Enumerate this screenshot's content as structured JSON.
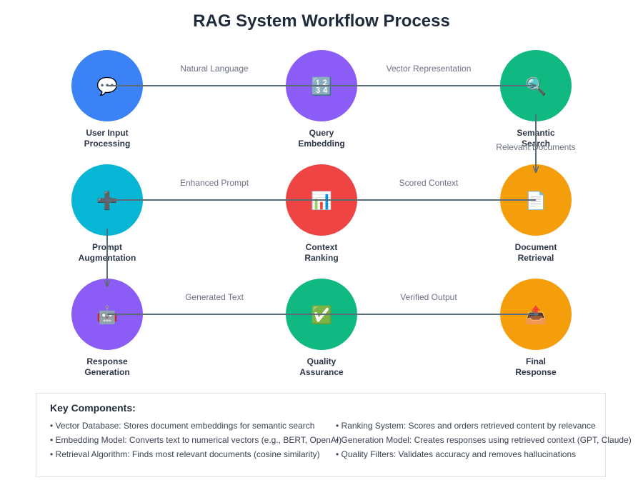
{
  "title": "RAG System Workflow Process",
  "colors": {
    "blue": "#3b82f6",
    "purple": "#8b5cf6",
    "green": "#10b981",
    "cyan": "#06b6d4",
    "red": "#ef4444",
    "orange": "#f59e0b",
    "connector": "#5b6b78"
  },
  "nodes": [
    {
      "line1": "User Input",
      "line2": "Processing",
      "icon": "💬",
      "icon_name": "speech-bubble-icon",
      "color": "#3b82f6"
    },
    {
      "line1": "Query",
      "line2": "Embedding",
      "icon": "🔢",
      "icon_name": "numbers-icon",
      "color": "#8b5cf6"
    },
    {
      "line1": "Semantic",
      "line2": "Search",
      "icon": "🔍",
      "icon_name": "magnifier-icon",
      "color": "#10b981"
    },
    {
      "line1": "Prompt",
      "line2": "Augmentation",
      "icon": "➕",
      "icon_name": "plus-icon",
      "color": "#06b6d4"
    },
    {
      "line1": "Context",
      "line2": "Ranking",
      "icon": "📊",
      "icon_name": "bar-chart-icon",
      "color": "#ef4444"
    },
    {
      "line1": "Document",
      "line2": "Retrieval",
      "icon": "📄",
      "icon_name": "document-icon",
      "color": "#f59e0b"
    },
    {
      "line1": "Response",
      "line2": "Generation",
      "icon": "🤖",
      "icon_name": "robot-icon",
      "color": "#8b5cf6"
    },
    {
      "line1": "Quality",
      "line2": "Assurance",
      "icon": "✅",
      "icon_name": "checkmark-icon",
      "color": "#10b981"
    },
    {
      "line1": "Final",
      "line2": "Response",
      "icon": "📤",
      "icon_name": "outbox-icon",
      "color": "#f59e0b"
    }
  ],
  "edge_labels": {
    "natural_language": "Natural Language",
    "vector_representation": "Vector Representation",
    "relevant_documents": "Relevant Documents",
    "scored_context": "Scored Context",
    "enhanced_prompt": "Enhanced Prompt",
    "generated_text": "Generated Text",
    "verified_output": "Verified Output"
  },
  "legend": {
    "title": "Key Components:",
    "left": [
      "• Vector Database: Stores document embeddings for semantic search",
      "• Embedding Model: Converts text to numerical vectors (e.g., BERT, OpenAI)",
      "• Retrieval Algorithm: Finds most relevant documents (cosine similarity)"
    ],
    "right": [
      "• Ranking System: Scores and orders retrieved content by relevance",
      "• Generation Model: Creates responses using retrieved context (GPT, Claude)",
      "• Quality Filters: Validates accuracy and removes hallucinations"
    ]
  }
}
